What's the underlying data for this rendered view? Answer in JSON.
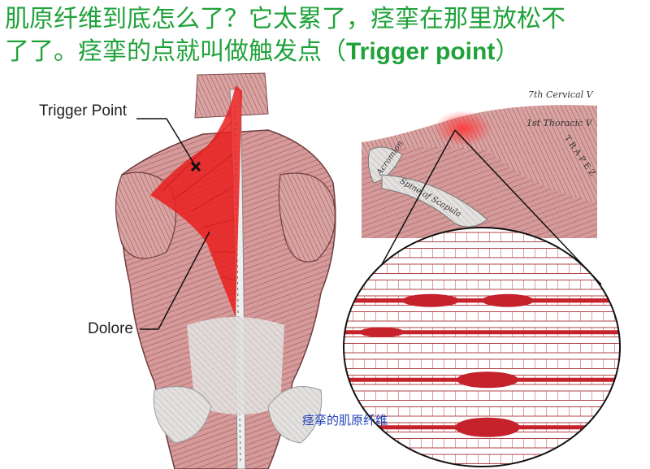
{
  "title": {
    "line1": "肌原纤维到底怎么了？它太累了，痉挛在那里放松不",
    "line2_prefix": "了了。痉挛的点就叫做触发点（",
    "trigger_point_en": "Trigger point",
    "line2_suffix": "）"
  },
  "labels": {
    "trigger_point": "Trigger Point",
    "dolore": "Dolore"
  },
  "inset": {
    "cervical": "7th Cervical V",
    "thoracic": "1st Thoracic V",
    "acromion": "Acromion",
    "spine_scapula": "Spine of Scapula",
    "trapezius": "T R A P E Z"
  },
  "caption": "痉挛的肌原纤维",
  "colors": {
    "title_green": "#1fa23a",
    "muscle_red": "#e8201e",
    "muscle_pink": "#d99b9a",
    "caption_blue": "#1f3fb8"
  }
}
